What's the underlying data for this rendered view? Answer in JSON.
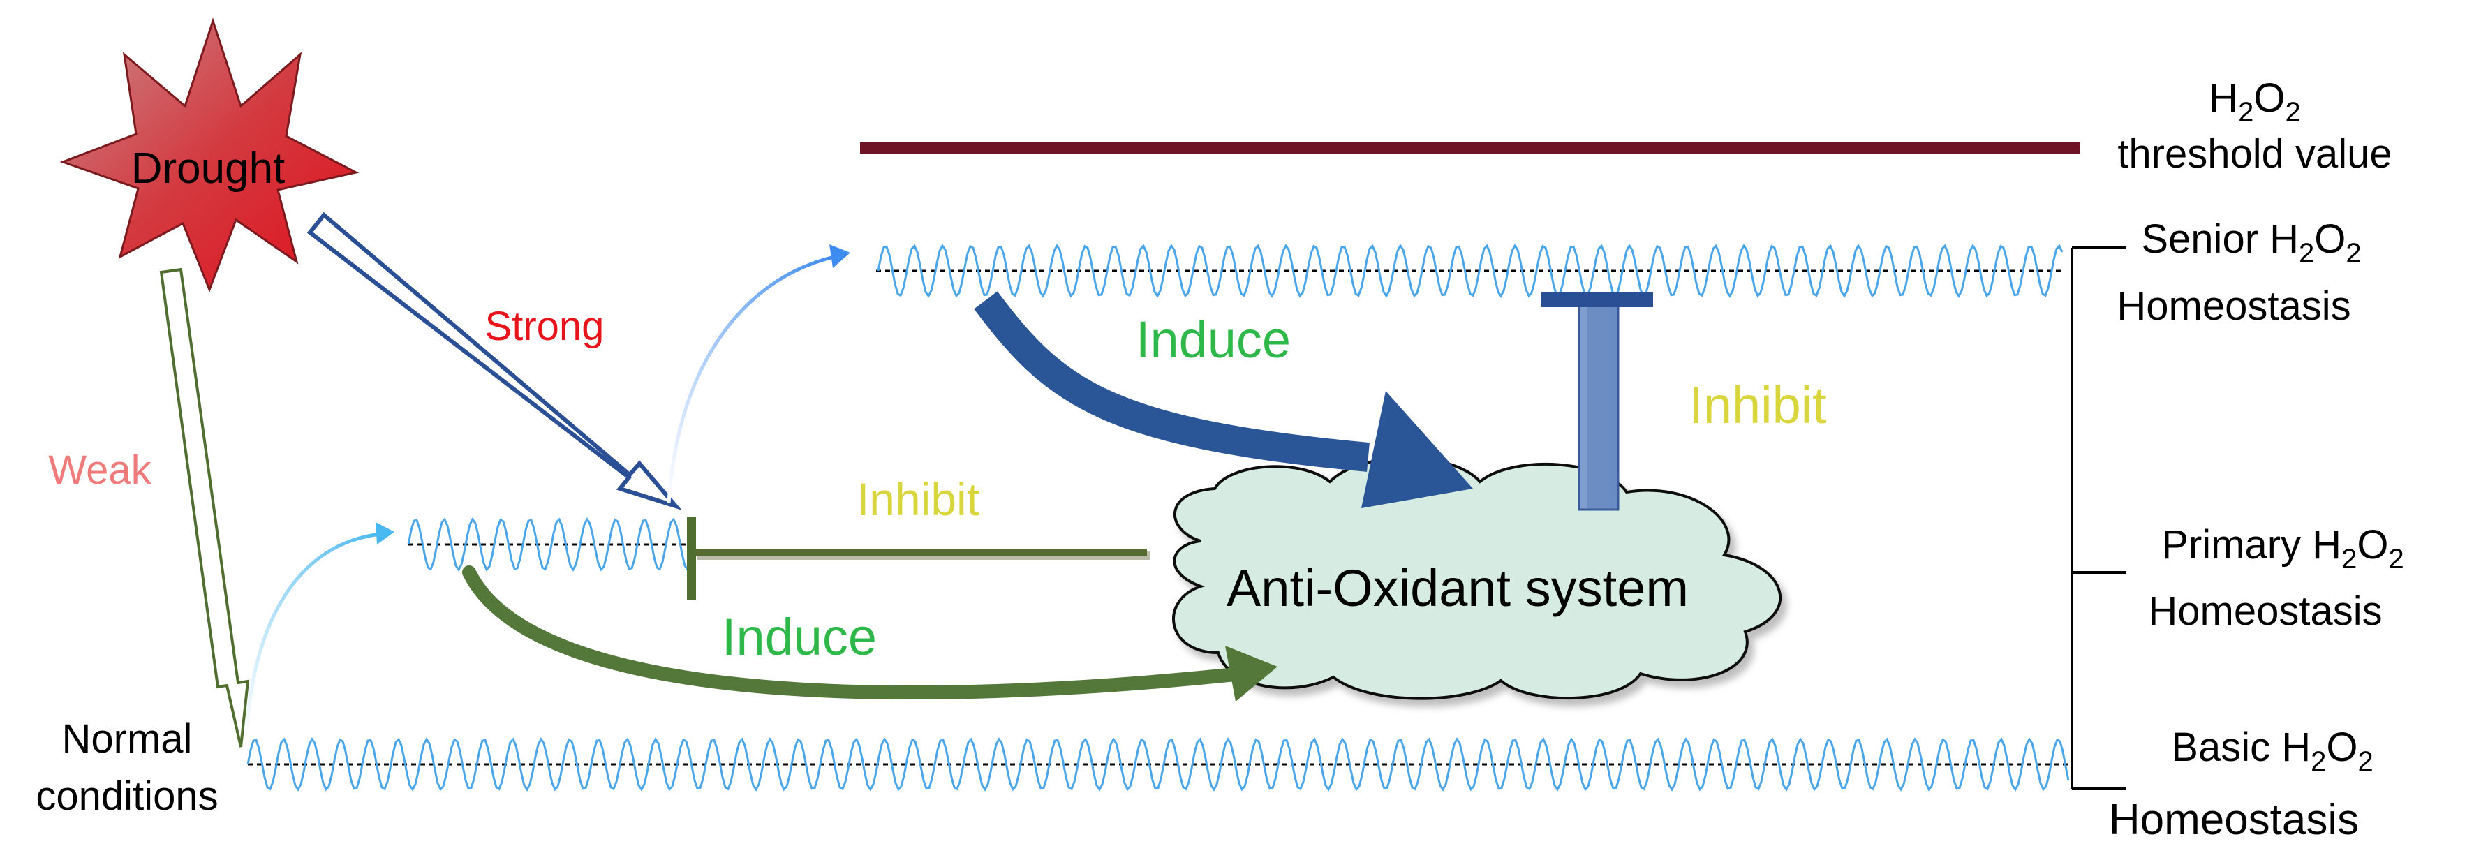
{
  "labels": {
    "drought": "Drought",
    "strong": "Strong",
    "weak": "Weak",
    "normal_line1": "Normal",
    "normal_line2": "conditions",
    "induce_top": "Induce",
    "induce_bottom": "Induce",
    "inhibit_right": "Inhibit",
    "inhibit_middle": "Inhibit",
    "antioxidant": "Anti-Oxidant system"
  },
  "levels": {
    "threshold": {
      "prefix": "H",
      "sub1": "2",
      "mid": "O",
      "sub2": "2",
      "line2": "threshold value"
    },
    "senior": {
      "prefix": "Senior H",
      "sub1": "2",
      "mid": "O",
      "sub2": "2",
      "line2": "Homeostasis"
    },
    "primary": {
      "prefix": "Primary H",
      "sub1": "2",
      "mid": "O",
      "sub2": "2",
      "line2": "Homeostasis"
    },
    "basic": {
      "prefix": "Basic H",
      "sub1": "2",
      "mid": "O",
      "sub2": "2",
      "line2": "Homeostasis"
    }
  },
  "colors": {
    "drought_star": "#d4242b",
    "strong_text": "#e8141b",
    "weak_text": "#ee7a7a",
    "induce_text": "#2fb84a",
    "inhibit_text": "#d8d63c",
    "threshold_line": "#6e1424",
    "blue_arrow": "#2a5597",
    "green_arrow": "#54773a",
    "inhibit_bar": "#6c8dc4",
    "cloud_fill": "#d6ece2",
    "wave": "#4aa6e8"
  }
}
